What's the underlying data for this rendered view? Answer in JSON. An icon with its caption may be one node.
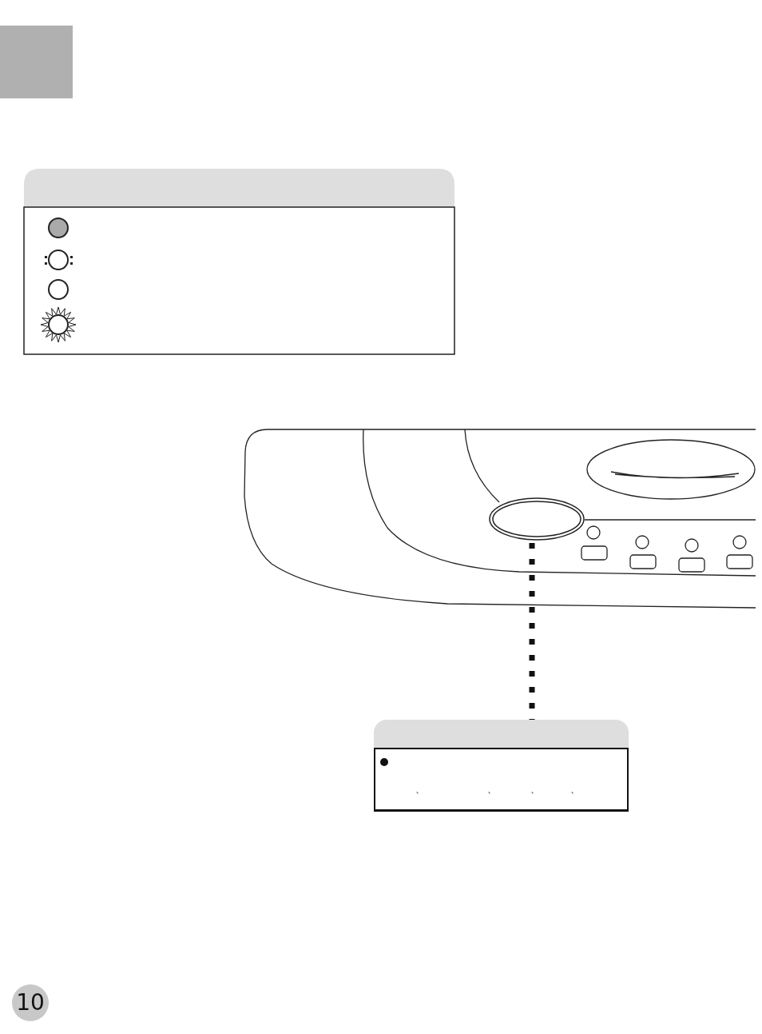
{
  "diagram": {
    "nodes": [
      {
        "text": [],
        "shape": "box"
      },
      {
        "text": [],
        "shape": "circle"
      },
      {
        "text": [
          "、",
          "、",
          "、",
          "、"
        ]
      }
    ],
    "edges": [
      {
        "from": 1,
        "to": 2,
        "arrow": "none",
        "style": "dashed"
      }
    ],
    "labels": [
      "10"
    ]
  }
}
